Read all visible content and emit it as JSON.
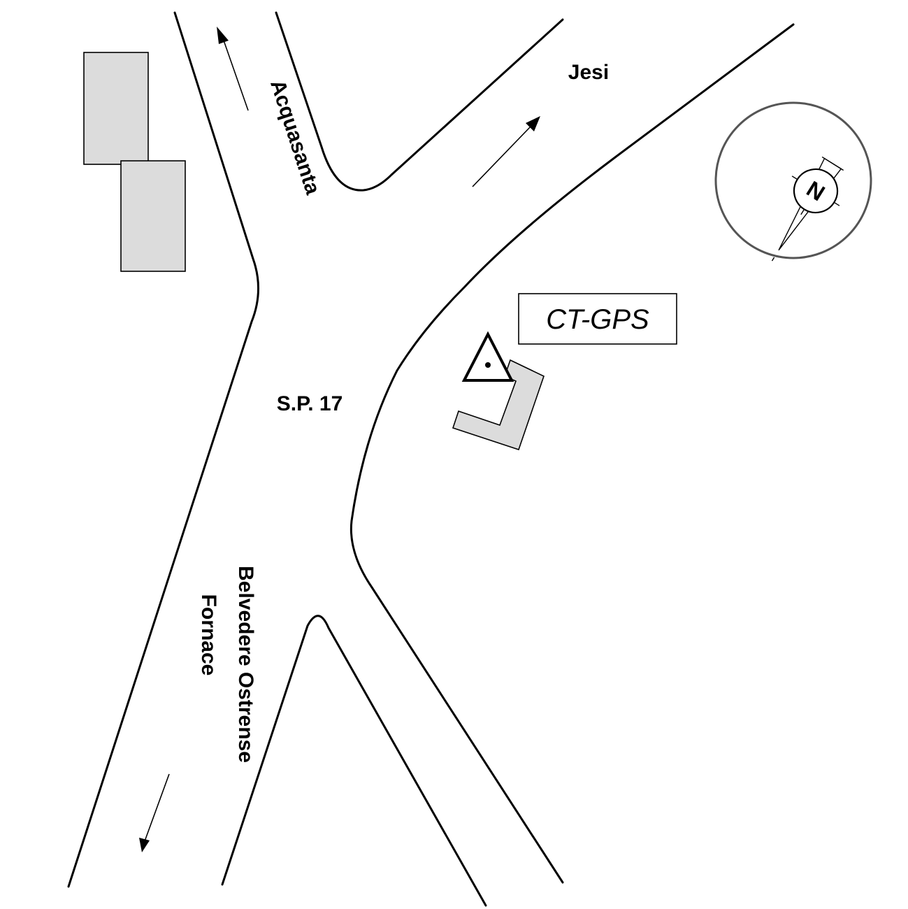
{
  "labels": {
    "road_name": "S.P. 17",
    "north_destination": "Acquasanta",
    "northeast_destination": "Jesi",
    "south_destination_line1": "Belvedere Ostrense",
    "south_destination_line2": "Fornace"
  },
  "station": {
    "name": "CT-GPS",
    "symbol": "triangle-benchmark-icon"
  },
  "compass": {
    "letter": "N"
  },
  "colors": {
    "building_fill": "#dcdcdc",
    "line": "#000000",
    "compass_ring": "#555555"
  }
}
